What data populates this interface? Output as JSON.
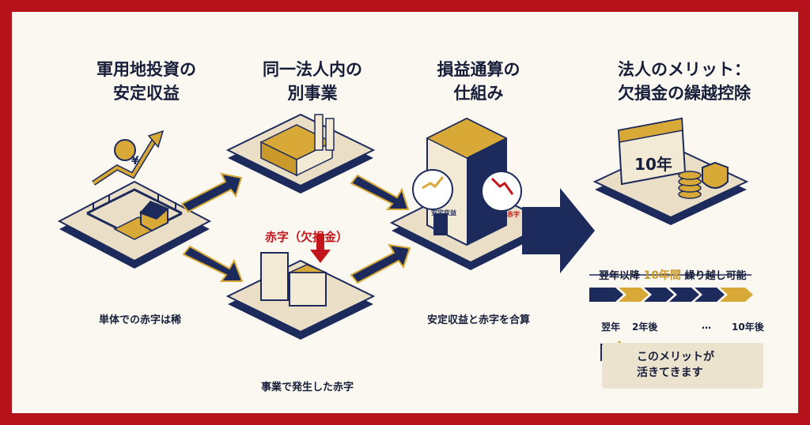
{
  "titles": {
    "step1_line1": "軍用地投資の",
    "step1_line2": "安定収益",
    "step2_line1": "同一法人内の",
    "step2_line2": "別事業",
    "step3_line1": "損益通算の",
    "step3_line2": "仕組み",
    "step4_line1": "法人のメリット：",
    "step4_line2": "欠損金の繰越控除"
  },
  "captions": {
    "land": "単体での赤字は稀",
    "business_loss": "事業で発生した赤字",
    "offset": "安定収益と赤字を合算"
  },
  "labels": {
    "deficit": "赤字（欠損金）",
    "yen_symbol": "¥",
    "bubble_income": "安定収益",
    "bubble_loss": "赤字",
    "calendar": "10年"
  },
  "carryover": {
    "prefix": "翌年以降",
    "highlight": "10年間",
    "suffix": "繰り越し可能"
  },
  "timeline": {
    "start": "翌年",
    "second": "2年後",
    "ellipsis": "…",
    "end": "10年後"
  },
  "merit_box": {
    "line1": "このメリットが",
    "line2": "活きてきます"
  },
  "colors": {
    "navy": "#1c2a5c",
    "gold": "#d8a936",
    "red": "#c3161c",
    "frame": "#b5121b",
    "beige": "#eadfc6"
  }
}
